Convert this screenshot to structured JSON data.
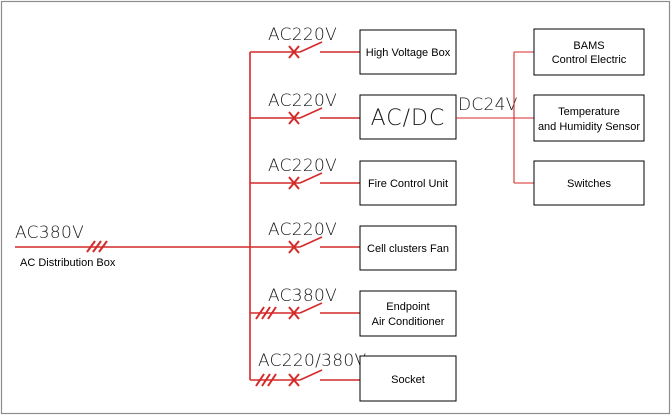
{
  "source": {
    "voltage": "AC380V",
    "label": "AC Distribution Box"
  },
  "branches": [
    {
      "voltage": "AC220V",
      "device_lines": [
        "High Voltage Box"
      ]
    },
    {
      "voltage": "AC220V",
      "device_lines": [
        "AC/DC"
      ]
    },
    {
      "voltage": "AC220V",
      "device_lines": [
        "Fire Control Unit"
      ]
    },
    {
      "voltage": "AC220V",
      "device_lines": [
        "Cell clusters Fan"
      ]
    },
    {
      "voltage": "AC380V",
      "device_lines": [
        "Endpoint",
        "Air Conditioner"
      ]
    },
    {
      "voltage": "AC220/380V",
      "device_lines": [
        "Socket"
      ]
    }
  ],
  "dc": {
    "voltage": "DC24V",
    "loads": [
      {
        "lines": [
          "BAMS",
          "Control Electric"
        ]
      },
      {
        "lines": [
          "Temperature",
          "and Humidity Sensor"
        ]
      },
      {
        "lines": [
          "Switches"
        ]
      }
    ]
  },
  "colors": {
    "wire": "#d42a2a",
    "box_border": "#000000",
    "frame": "#8c8c8c"
  }
}
